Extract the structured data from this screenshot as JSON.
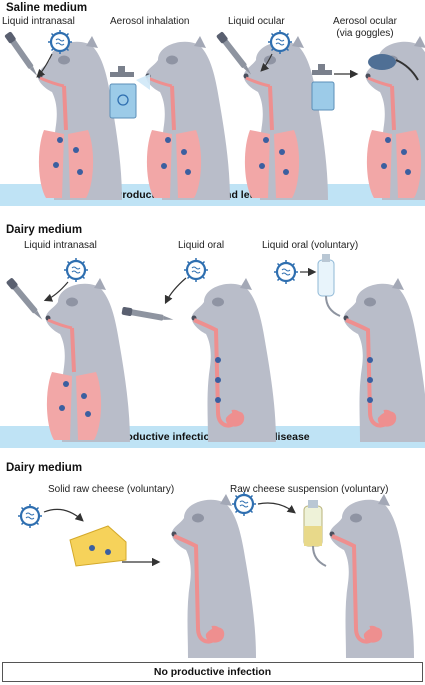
{
  "sections": [
    {
      "title": "Saline medium",
      "labels": [
        "Liquid intranasal",
        "Aerosol inhalation",
        "Liquid ocular",
        "Aerosol ocular",
        "(via goggles)"
      ],
      "outcome": "Productive infection and lethal disease"
    },
    {
      "title": "Dairy medium",
      "labels": [
        "Liquid intranasal",
        "Liquid oral",
        "Liquid oral (voluntary)"
      ],
      "outcome": "Productive infection and lethal disease"
    },
    {
      "title": "Dairy medium",
      "labels": [
        "Solid raw cheese (voluntary)",
        "Raw cheese suspension (voluntary)"
      ],
      "outcome": "No productive infection"
    }
  ],
  "colors": {
    "ferret": "#b9bdc9",
    "ferret_dark": "#a3a8b6",
    "lung": "#f2a7a7",
    "tract": "#ee8f8f",
    "virus": "#2f6fb0",
    "dot": "#3b5fa0",
    "banner_blue": "#bfe3f5"
  },
  "icons": [
    "virus-icon",
    "dropper-icon",
    "aerosol-device-icon",
    "goggles-icon",
    "bottle-icon",
    "cheese-icon",
    "arrow-icon"
  ]
}
